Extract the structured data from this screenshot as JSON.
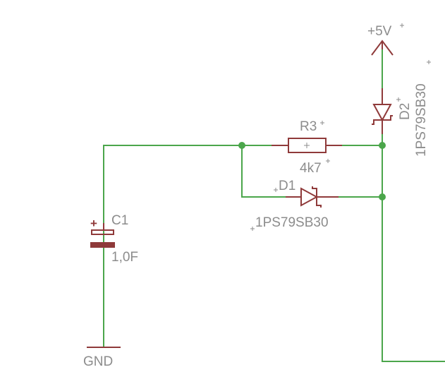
{
  "schematic": {
    "supply_label": "+5V",
    "ground_label": "GND",
    "r3": {
      "name": "R3",
      "value": "4k7"
    },
    "c1": {
      "name": "C1",
      "value": "1,0F",
      "polarity": "+"
    },
    "d1": {
      "name": "D1",
      "value": "1PS79SB30"
    },
    "d2": {
      "name": "D2",
      "value": "1PS79SB30"
    }
  },
  "colors": {
    "wire": "#4ba64b",
    "part": "#8f3a3a",
    "label": "#8c8c8c",
    "background": "#ffffff"
  }
}
